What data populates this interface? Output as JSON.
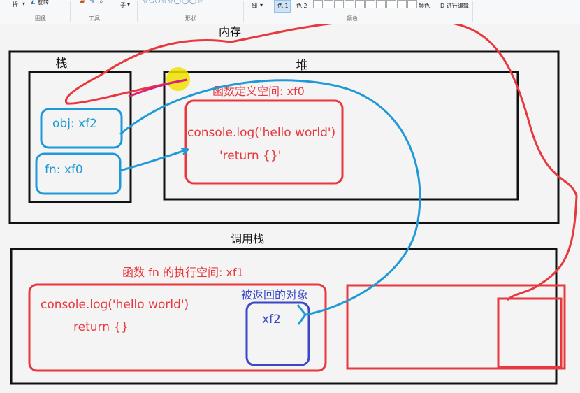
{
  "ribbon": {
    "select_label": "择",
    "rotate_label": "旋转",
    "sub_label": "子",
    "size_label": "细",
    "color1_label": "色 1",
    "color2_label": "色 2",
    "color_edit_label": "颜色",
    "edit3d_label": "D 进行编辑",
    "group_image": "图像",
    "group_tools": "工具",
    "group_shapes": "形状",
    "group_colors": "颜色"
  },
  "diagram": {
    "memory_title": "内存",
    "stack_title": "栈",
    "heap_title": "堆",
    "func_def_space": "函数定义空间:  xf0",
    "code_line1": "console.log('hello world')",
    "code_line2": "'return {}'",
    "obj_var": "obj: xf2",
    "fn_var": "fn: xf0",
    "callstack_title": "调用栈",
    "exec_space": "函数 fn 的执行空间: xf1",
    "exec_line1": "console.log('hello world')",
    "exec_line2": "return {}",
    "returned_object_label": "被返回的对象",
    "returned_object_addr": "xf2"
  },
  "colors": {
    "black": "#111111",
    "red": "#e8383d",
    "blue": "#1f9ad6",
    "purple": "#3b48c6",
    "highlight": "#f0e000"
  }
}
